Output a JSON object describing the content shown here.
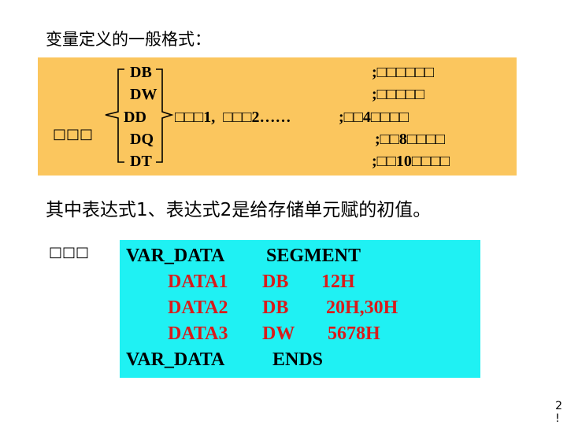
{
  "title": "变量定义的一般格式：",
  "format_box": {
    "label": "□□□",
    "directives": [
      "DB",
      "DW",
      "DD",
      "DQ",
      "DT"
    ],
    "expression": "□□□1,  □□□2……",
    "comments": [
      ";□□□□□□",
      ";□□□□□",
      ";□□4□□□□",
      ";□□8□□□□",
      ";□□10□□□□"
    ]
  },
  "description": "其中表达式1、表达式2是给存储单元赋的初值。",
  "example_label": "□□□",
  "code_lines": [
    {
      "name": "VAR_DATA",
      "op": "SEGMENT",
      "operand": ""
    },
    {
      "name": "DATA1",
      "op": "DB",
      "operand": "12H"
    },
    {
      "name": "DATA2",
      "op": "DB",
      "operand": "20H,30H"
    },
    {
      "name": "DATA3",
      "op": "DW",
      "operand": "5678H"
    },
    {
      "name": "VAR_DATA",
      "op": "ENDS",
      "operand": ""
    }
  ],
  "page_number": "2\n!"
}
